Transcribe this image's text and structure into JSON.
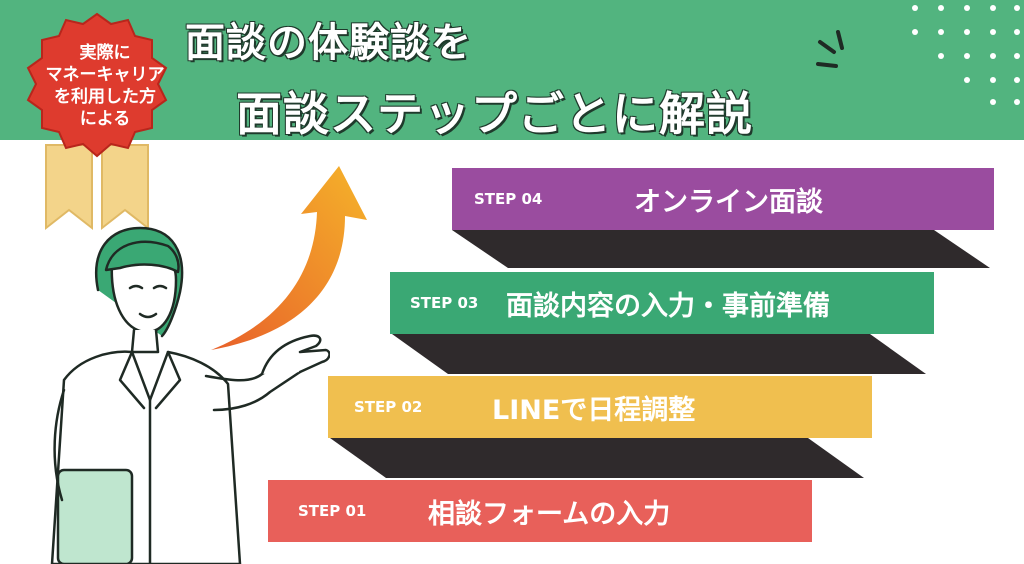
{
  "header": {
    "title_line1": "面談の体験談を",
    "title_line2": "面談ステップごとに解説",
    "badge_lines": [
      "実際に",
      "マネーキャリア",
      "を利用した方",
      "による"
    ]
  },
  "steps": [
    {
      "label": "STEP 04",
      "name": "オンライン面談",
      "color": "#9a4c9f"
    },
    {
      "label": "STEP 03",
      "name": "面談内容の入力・事前準備",
      "color": "#3aa874"
    },
    {
      "label": "STEP 02",
      "name": "LINEで日程調整",
      "color": "#f0bf4f"
    },
    {
      "label": "STEP 01",
      "name": "相談フォームの入力",
      "color": "#e8605a"
    }
  ],
  "colors": {
    "banner": "#52b47f",
    "badge": "#de3b2e",
    "ribbon": "#f3d48a",
    "dark": "#2f2a2c"
  }
}
